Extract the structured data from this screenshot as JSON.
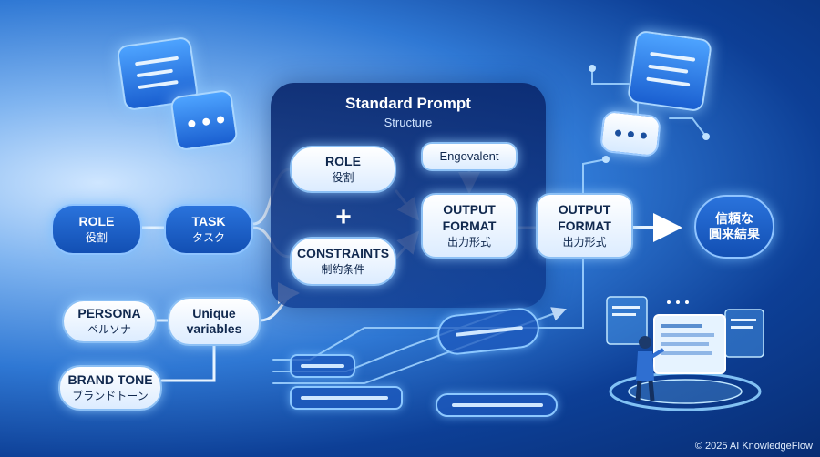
{
  "panel": {
    "title": "Standard Prompt",
    "subtitle": "Structure"
  },
  "nodes": {
    "role_left": {
      "title": "ROLE",
      "subtitle": "役割"
    },
    "task": {
      "title": "TASK",
      "subtitle": "タスク"
    },
    "persona": {
      "title": "PERSONA",
      "subtitle": "ペルソナ"
    },
    "unique": {
      "title": "Unique",
      "subtitle": "variables"
    },
    "brand_tone": {
      "title": "BRAND TONE",
      "subtitle": "ブランドトーン"
    },
    "role_panel": {
      "title": "ROLE",
      "subtitle": "役割"
    },
    "constraints": {
      "title": "CONSTRAINTS",
      "subtitle": "制約条件"
    },
    "engovalent": {
      "title": "Engovalent"
    },
    "output_1": {
      "title": "OUTPUT\nFORMAT",
      "subtitle": "出力形式"
    },
    "output_2": {
      "title": "OUTPUT\nFORMAT",
      "subtitle": "出力形式"
    },
    "result": {
      "title": "信頼な",
      "subtitle": "圓来結果"
    }
  },
  "plus_symbol": "+",
  "copyright": "© 2025 AI KnowledgeFlow",
  "icons": [
    "chat-bubble-icon",
    "chat-dots-icon",
    "chat-bubble-icon",
    "chat-dots-icon",
    "person-at-screens-icon"
  ],
  "colors": {
    "accent_dark": "#124fb3",
    "accent_glow": "#8fc4ff",
    "light_node": "#ffffff",
    "text_dark": "#10284e"
  }
}
